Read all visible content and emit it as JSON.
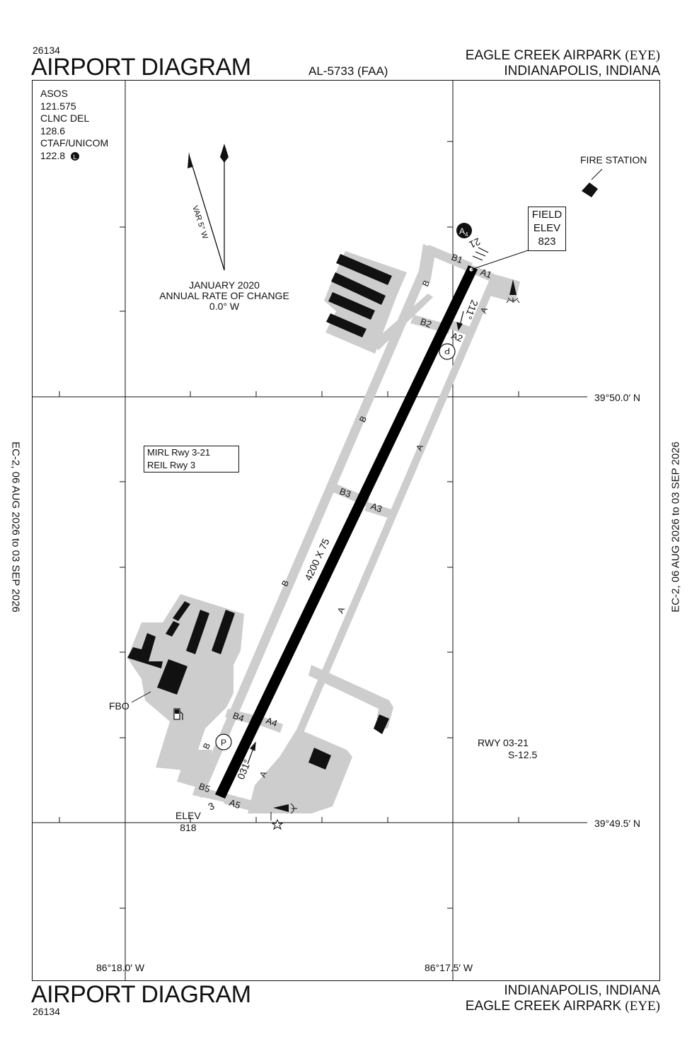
{
  "header": {
    "chart_number": "26134",
    "title": "AIRPORT DIAGRAM",
    "procedure_id": "AL-5733 (FAA)",
    "airport_name": "EAGLE CREEK AIRPARK",
    "airport_id": "(EYE)",
    "city_state": "INDIANAPOLIS, INDIANA"
  },
  "footer": {
    "title": "AIRPORT DIAGRAM",
    "chart_number": "26134",
    "city_state": "INDIANAPOLIS, INDIANA",
    "airport_name": "EAGLE CREEK AIRPARK",
    "airport_id": "(EYE)"
  },
  "margin_text": {
    "left_vertical": "EC-2,  06 AUG 2026  to  03 SEP 2026",
    "right_vertical": "EC-2,  06 AUG 2026  to  03 SEP 2026"
  },
  "frequencies": [
    {
      "name": "ASOS",
      "value": "121.575"
    },
    {
      "name": "CLNC DEL",
      "value": "128.6"
    },
    {
      "name": "CTAF/UNICOM",
      "value": "122.8"
    }
  ],
  "lighting_symbol": "L",
  "magnetic": {
    "variation": "VAR 5° W",
    "epoch": "JANUARY 2020",
    "rate_label": "ANNUAL RATE OF CHANGE",
    "rate": "0.0° W"
  },
  "field_elev": {
    "label1": "FIELD",
    "label2": "ELEV",
    "value": "823"
  },
  "fire_station": "FIRE STATION",
  "fbo": "FBO",
  "lighting_box": {
    "line1": "MIRL Rwy 3-21",
    "line2": "REIL Rwy 3"
  },
  "runway": {
    "dimensions": "4200 X 75",
    "end_low": "3",
    "end_high": "21",
    "heading_low": "031°",
    "heading_high": "211°",
    "elev_low_label": "ELEV",
    "elev_low": "818",
    "designation": "RWY 03-21",
    "strength": "S-12.5"
  },
  "taxiways": {
    "A": "A",
    "B": "B",
    "A1": "A1",
    "A2": "A2",
    "A3": "A3",
    "A4": "A4",
    "A5": "A5",
    "B1": "B1",
    "B2": "B2",
    "B3": "B3",
    "B4": "B4",
    "B5": "B5"
  },
  "hot_spot": {
    "letter": "A",
    "number": "4"
  },
  "parking": "P",
  "coordinates": {
    "lat_top": "39°50.0′ N",
    "lat_bottom": "39°49.5′ N",
    "lon_left": "86°18.0′ W",
    "lon_right": "86°17.5′ W"
  }
}
